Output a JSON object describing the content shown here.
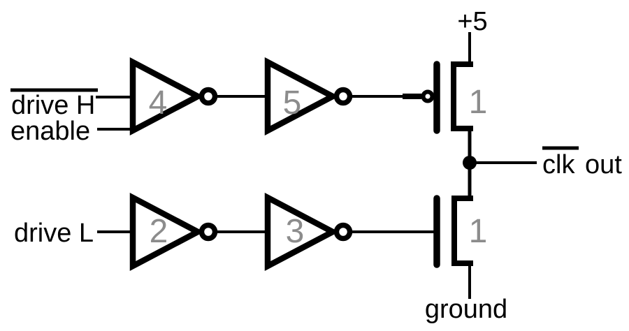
{
  "colors": {
    "background": "#ffffff",
    "line": "#000000",
    "text": "#000000",
    "component_number": "#8c8c8c"
  },
  "schematic": {
    "supply_label": "+5",
    "ground_label": "ground",
    "inputs": {
      "drive_h": {
        "label": "drive H",
        "overline": true
      },
      "enable": {
        "label": "enable"
      },
      "drive_l": {
        "label": "drive L"
      }
    },
    "output": {
      "signal": "clk",
      "signal_overline": true,
      "suffix": "out"
    },
    "components": {
      "inverter_top_a": {
        "number": "4",
        "type": "inverter"
      },
      "inverter_top_b": {
        "number": "5",
        "type": "inverter"
      },
      "inverter_bottom_a": {
        "number": "2",
        "type": "inverter"
      },
      "inverter_bottom_b": {
        "number": "3",
        "type": "inverter"
      },
      "pullup_transistor": {
        "number": "1",
        "type": "pmos"
      },
      "pulldown_transistor": {
        "number": "1",
        "type": "nmos"
      }
    }
  }
}
